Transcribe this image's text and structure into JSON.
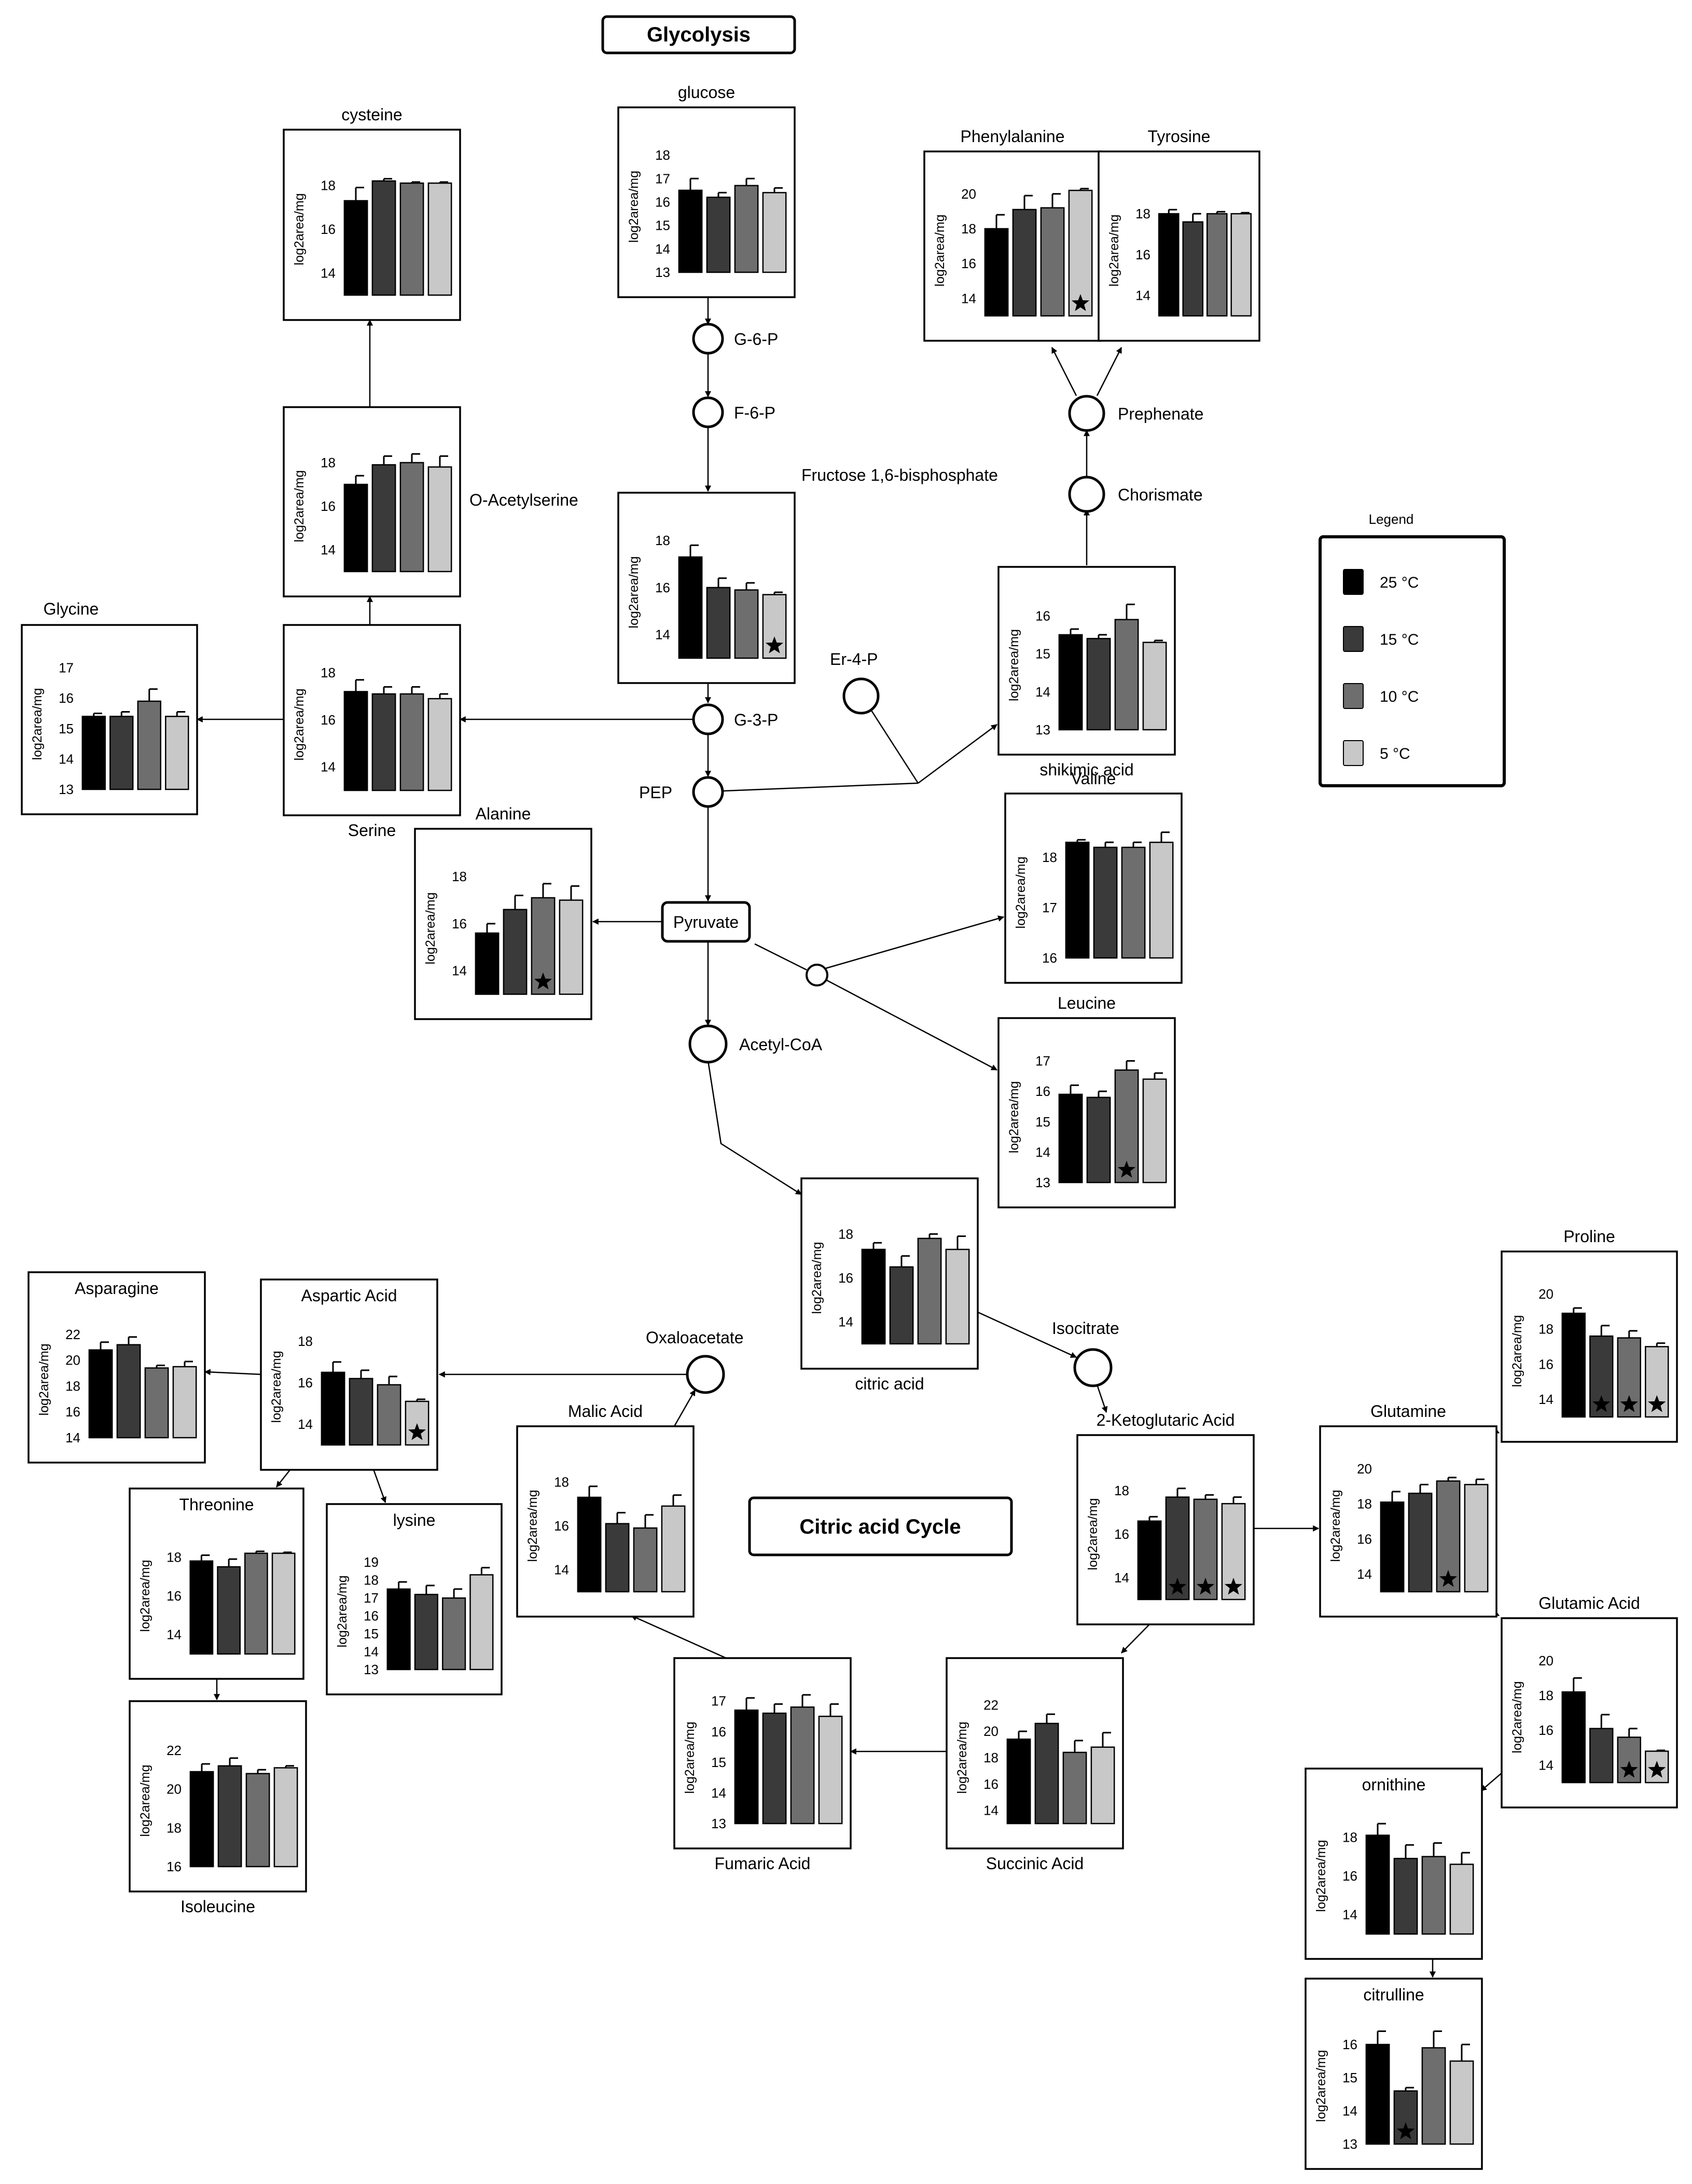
{
  "titles": {
    "glycolysis": "Glycolysis",
    "tca": "Citric acid Cycle"
  },
  "legend": {
    "title": "Legend",
    "items": [
      {
        "label": "25 °C",
        "color": "#000000"
      },
      {
        "label": "15 °C",
        "color": "#3a3a3a"
      },
      {
        "label": "10 °C",
        "color": "#6e6e6e"
      },
      {
        "label": "5 °C",
        "color": "#c8c8c8"
      }
    ]
  },
  "y_axis_label": "log2area/mg",
  "intermediates": [
    {
      "id": "g6p",
      "label": "G-6-P"
    },
    {
      "id": "f6p",
      "label": "F-6-P"
    },
    {
      "id": "g3p",
      "label": "G-3-P"
    },
    {
      "id": "pep",
      "label": "PEP"
    },
    {
      "id": "er4p",
      "label": "Er-4-P"
    },
    {
      "id": "acetylcoa",
      "label": "Acetyl-CoA"
    },
    {
      "id": "oxaloacetate",
      "label": "Oxaloacetate"
    },
    {
      "id": "isocitrate",
      "label": "Isocitrate"
    },
    {
      "id": "prephenate",
      "label": "Prephenate"
    },
    {
      "id": "chorismate",
      "label": "Chorismate"
    },
    {
      "id": "bcaa-node",
      "label": ""
    }
  ],
  "pyruvate": "Pyruvate",
  "chart_data": [
    {
      "id": "glucose",
      "type": "bar",
      "title": "glucose",
      "ylabel": "log2area/mg",
      "yticks": [
        13,
        14,
        15,
        16,
        17,
        18
      ],
      "ylim": [
        13,
        18.6
      ],
      "values": [
        16.5,
        16.2,
        16.7,
        16.4
      ],
      "errors": [
        0.5,
        0.2,
        0.3,
        0.2
      ],
      "stars": [
        false,
        false,
        false,
        false
      ]
    },
    {
      "id": "fbp",
      "type": "bar",
      "title": "Fructose 1,6-bisphosphate",
      "ylabel": "log2area/mg",
      "yticks": [
        14,
        16,
        18
      ],
      "ylim": [
        13,
        18.6
      ],
      "values": [
        17.3,
        16.0,
        15.9,
        15.7
      ],
      "errors": [
        0.5,
        0.4,
        0.3,
        0.1
      ],
      "stars": [
        false,
        false,
        false,
        true
      ]
    },
    {
      "id": "cysteine",
      "type": "bar",
      "title": "cysteine",
      "ylabel": "log2area/mg",
      "yticks": [
        14,
        16,
        18
      ],
      "ylim": [
        13,
        19
      ],
      "values": [
        17.3,
        18.2,
        18.1,
        18.1
      ],
      "errors": [
        0.6,
        0.1,
        0.05,
        0.05
      ],
      "stars": [
        false,
        false,
        false,
        false
      ]
    },
    {
      "id": "oacetylserine",
      "type": "bar",
      "title": "O-Acetylserine",
      "ylabel": "log2area/mg",
      "yticks": [
        14,
        16,
        18
      ],
      "ylim": [
        13,
        19
      ],
      "values": [
        17.0,
        17.9,
        18.0,
        17.8
      ],
      "errors": [
        0.4,
        0.4,
        0.4,
        0.5
      ],
      "stars": [
        false,
        false,
        false,
        false
      ]
    },
    {
      "id": "serine",
      "type": "bar",
      "title": "Serine",
      "ylabel": "log2area/mg",
      "yticks": [
        14,
        16,
        18
      ],
      "ylim": [
        13,
        18.6
      ],
      "values": [
        17.2,
        17.1,
        17.1,
        16.9
      ],
      "errors": [
        0.5,
        0.3,
        0.3,
        0.2
      ],
      "stars": [
        false,
        false,
        false,
        false
      ]
    },
    {
      "id": "glycine",
      "type": "bar",
      "title": "Glycine",
      "ylabel": "log2area/mg",
      "yticks": [
        13,
        14,
        15,
        16,
        17
      ],
      "ylim": [
        13,
        17.3
      ],
      "values": [
        15.4,
        15.4,
        15.9,
        15.4
      ],
      "errors": [
        0.1,
        0.15,
        0.4,
        0.15
      ],
      "stars": [
        false,
        false,
        false,
        false
      ]
    },
    {
      "id": "alanine",
      "type": "bar",
      "title": "Alanine",
      "ylabel": "log2area/mg",
      "yticks": [
        14,
        16,
        18
      ],
      "ylim": [
        13,
        18.6
      ],
      "values": [
        15.6,
        16.6,
        17.1,
        17.0
      ],
      "errors": [
        0.4,
        0.6,
        0.6,
        0.6
      ],
      "stars": [
        false,
        false,
        true,
        false
      ]
    },
    {
      "id": "phenylalanine",
      "type": "bar",
      "title": "Phenylalanine",
      "ylabel": "log2area/mg",
      "yticks": [
        14,
        16,
        18,
        20
      ],
      "ylim": [
        13,
        20.5
      ],
      "values": [
        18.0,
        19.1,
        19.2,
        20.2
      ],
      "errors": [
        0.8,
        0.8,
        0.8,
        0.1
      ],
      "stars": [
        false,
        false,
        false,
        true
      ]
    },
    {
      "id": "tyrosine",
      "type": "bar",
      "title": "Tyrosine",
      "ylabel": "log2area/mg",
      "yticks": [
        14,
        16,
        18
      ],
      "ylim": [
        13,
        19.4
      ],
      "values": [
        18.0,
        17.6,
        18.0,
        18.0
      ],
      "errors": [
        0.2,
        0.4,
        0.1,
        0.05
      ],
      "stars": [
        false,
        false,
        false,
        false
      ]
    },
    {
      "id": "shikimic",
      "type": "bar",
      "title": "shikimic acid",
      "ylabel": "log2area/mg",
      "yticks": [
        13,
        14,
        15,
        16
      ],
      "ylim": [
        13,
        16.4
      ],
      "values": [
        15.5,
        15.4,
        15.9,
        15.3
      ],
      "errors": [
        0.15,
        0.1,
        0.4,
        0.05
      ],
      "stars": [
        false,
        false,
        false,
        false
      ]
    },
    {
      "id": "valine",
      "type": "bar",
      "title": "Valine",
      "ylabel": "log2area/mg",
      "yticks": [
        16,
        17,
        18
      ],
      "ylim": [
        16,
        18.6
      ],
      "values": [
        18.3,
        18.2,
        18.2,
        18.3
      ],
      "errors": [
        0.05,
        0.1,
        0.1,
        0.2
      ],
      "stars": [
        false,
        false,
        false,
        false
      ]
    },
    {
      "id": "leucine",
      "type": "bar",
      "title": "Leucine",
      "ylabel": "log2area/mg",
      "yticks": [
        13,
        14,
        15,
        16,
        17
      ],
      "ylim": [
        13,
        17.3
      ],
      "values": [
        15.9,
        15.8,
        16.7,
        16.4
      ],
      "errors": [
        0.3,
        0.2,
        0.3,
        0.2
      ],
      "stars": [
        false,
        false,
        true,
        false
      ]
    },
    {
      "id": "citric",
      "type": "bar",
      "title": "citric acid",
      "ylabel": "log2area/mg",
      "yticks": [
        14,
        16,
        18
      ],
      "ylim": [
        13,
        19
      ],
      "values": [
        17.3,
        16.5,
        17.8,
        17.3
      ],
      "errors": [
        0.3,
        0.5,
        0.2,
        0.6
      ],
      "stars": [
        false,
        false,
        false,
        false
      ]
    },
    {
      "id": "asparagine",
      "type": "bar",
      "title": "Asparagine",
      "ylabel": "log2area/mg",
      "yticks": [
        14,
        16,
        18,
        20,
        22
      ],
      "ylim": [
        14,
        23
      ],
      "values": [
        20.8,
        21.2,
        19.4,
        19.5
      ],
      "errors": [
        0.6,
        0.6,
        0.2,
        0.4
      ],
      "stars": [
        false,
        false,
        false,
        false
      ]
    },
    {
      "id": "aspartic",
      "type": "bar",
      "title": "Aspartic Acid",
      "ylabel": "log2area/mg",
      "yticks": [
        14,
        16,
        18
      ],
      "ylim": [
        13,
        18.6
      ],
      "values": [
        16.5,
        16.2,
        15.9,
        15.1
      ],
      "errors": [
        0.5,
        0.4,
        0.4,
        0.1
      ],
      "stars": [
        false,
        false,
        false,
        true
      ]
    },
    {
      "id": "threonine",
      "type": "bar",
      "title": "Threonine",
      "ylabel": "log2area/mg",
      "yticks": [
        14,
        16,
        18
      ],
      "ylim": [
        13,
        19
      ],
      "values": [
        17.8,
        17.5,
        18.2,
        18.2
      ],
      "errors": [
        0.3,
        0.4,
        0.1,
        0.05
      ],
      "stars": [
        false,
        false,
        false,
        false
      ]
    },
    {
      "id": "lysine",
      "type": "bar",
      "title": "lysine",
      "ylabel": "log2area/mg",
      "yticks": [
        13,
        14,
        15,
        16,
        17,
        18,
        19
      ],
      "ylim": [
        13,
        19.5
      ],
      "values": [
        17.5,
        17.2,
        17.0,
        18.3
      ],
      "errors": [
        0.4,
        0.5,
        0.5,
        0.4
      ],
      "stars": [
        false,
        false,
        false,
        false
      ]
    },
    {
      "id": "isoleucine",
      "type": "bar",
      "title": "Isoleucine",
      "ylabel": "log2area/mg",
      "yticks": [
        16,
        18,
        20,
        22
      ],
      "ylim": [
        16,
        22.8
      ],
      "values": [
        20.9,
        21.2,
        20.8,
        21.1
      ],
      "errors": [
        0.4,
        0.4,
        0.2,
        0.1
      ],
      "stars": [
        false,
        false,
        false,
        false
      ]
    },
    {
      "id": "malic",
      "type": "bar",
      "title": "Malic Acid",
      "ylabel": "log2area/mg",
      "yticks": [
        14,
        16,
        18
      ],
      "ylim": [
        13,
        19
      ],
      "values": [
        17.3,
        16.1,
        15.9,
        16.9
      ],
      "errors": [
        0.5,
        0.5,
        0.6,
        0.5
      ],
      "stars": [
        false,
        false,
        false,
        false
      ]
    },
    {
      "id": "fumaric",
      "type": "bar",
      "title": "Fumaric Acid",
      "ylabel": "log2area/mg",
      "yticks": [
        13,
        14,
        15,
        16,
        17
      ],
      "ylim": [
        13,
        17.3
      ],
      "values": [
        16.7,
        16.6,
        16.8,
        16.5
      ],
      "errors": [
        0.4,
        0.3,
        0.4,
        0.4
      ],
      "stars": [
        false,
        false,
        false,
        false
      ]
    },
    {
      "id": "succinic",
      "type": "bar",
      "title": "Succinic Acid",
      "ylabel": "log2area/mg",
      "yticks": [
        14,
        16,
        18,
        20,
        22
      ],
      "ylim": [
        13,
        23
      ],
      "values": [
        19.4,
        20.6,
        18.4,
        18.8
      ],
      "errors": [
        0.6,
        0.7,
        0.9,
        1.1
      ],
      "stars": [
        false,
        false,
        false,
        false
      ]
    },
    {
      "id": "ketoglutaric",
      "type": "bar",
      "title": "2-Ketoglutaric Acid",
      "ylabel": "log2area/mg",
      "yticks": [
        14,
        16,
        18
      ],
      "ylim": [
        13,
        19
      ],
      "values": [
        16.6,
        17.7,
        17.6,
        17.4
      ],
      "errors": [
        0.2,
        0.4,
        0.2,
        0.3
      ],
      "stars": [
        false,
        true,
        true,
        true
      ]
    },
    {
      "id": "glutamine",
      "type": "bar",
      "title": "Glutamine",
      "ylabel": "log2area/mg",
      "yticks": [
        14,
        16,
        18,
        20
      ],
      "ylim": [
        13,
        20.5
      ],
      "values": [
        18.1,
        18.6,
        19.3,
        19.1
      ],
      "errors": [
        0.6,
        0.5,
        0.2,
        0.3
      ],
      "stars": [
        false,
        false,
        true,
        false
      ]
    },
    {
      "id": "proline",
      "type": "bar",
      "title": "Proline",
      "ylabel": "log2area/mg",
      "yticks": [
        14,
        16,
        18,
        20
      ],
      "ylim": [
        13,
        20.5
      ],
      "values": [
        18.9,
        17.6,
        17.5,
        17.0
      ],
      "errors": [
        0.3,
        0.6,
        0.4,
        0.2
      ],
      "stars": [
        false,
        true,
        true,
        true
      ]
    },
    {
      "id": "glutamic",
      "type": "bar",
      "title": "Glutamic Acid",
      "ylabel": "log2area/mg",
      "yticks": [
        14,
        16,
        18,
        20
      ],
      "ylim": [
        13,
        20.5
      ],
      "values": [
        18.2,
        16.1,
        15.6,
        14.8
      ],
      "errors": [
        0.8,
        0.8,
        0.5,
        0.05
      ],
      "stars": [
        false,
        false,
        true,
        true
      ]
    },
    {
      "id": "ornithine",
      "type": "bar",
      "title": "ornithine",
      "ylabel": "log2area/mg",
      "yticks": [
        14,
        16,
        18
      ],
      "ylim": [
        13,
        19
      ],
      "values": [
        18.1,
        16.9,
        17.0,
        16.6
      ],
      "errors": [
        0.6,
        0.7,
        0.7,
        0.6
      ],
      "stars": [
        false,
        false,
        false,
        false
      ]
    },
    {
      "id": "citrulline",
      "type": "bar",
      "title": "citrulline",
      "ylabel": "log2area/mg",
      "yticks": [
        13,
        14,
        15,
        16
      ],
      "ylim": [
        13,
        16.5
      ],
      "values": [
        16.0,
        14.6,
        15.9,
        15.5
      ],
      "errors": [
        0.4,
        0.1,
        0.5,
        0.5
      ],
      "stars": [
        false,
        true,
        false,
        false
      ]
    }
  ]
}
